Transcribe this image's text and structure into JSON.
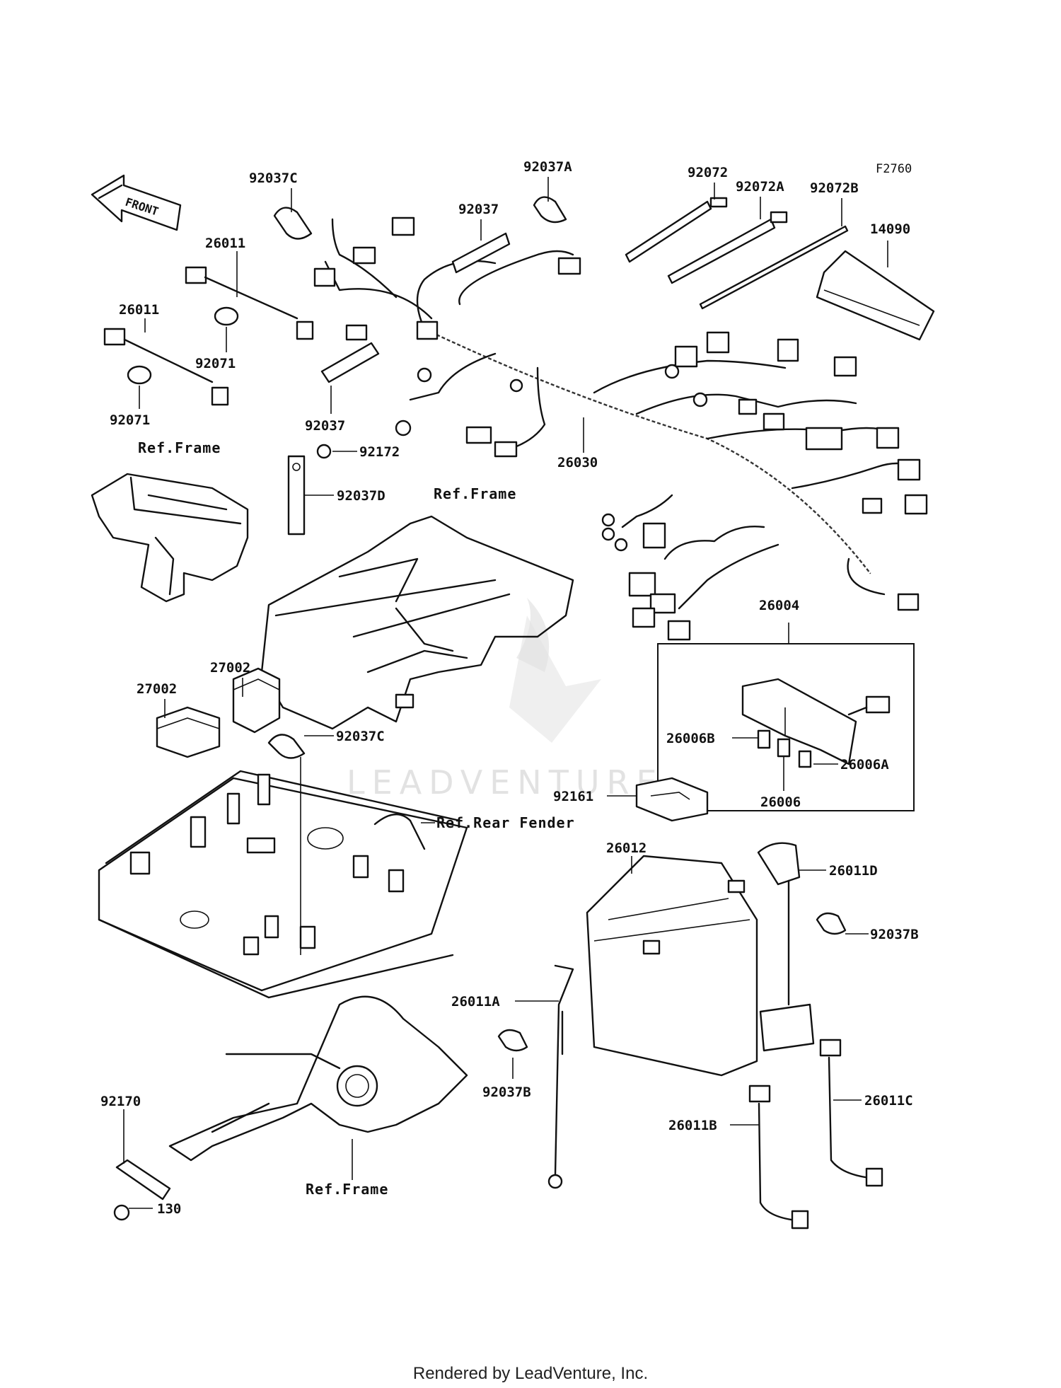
{
  "diagram_code": "F2760",
  "front_label": "FRONT",
  "watermark": "LEADVENTURE",
  "footer": "Rendered by LeadVenture, Inc.",
  "references": {
    "frame_1": "Ref.Frame",
    "frame_2": "Ref.Frame",
    "frame_3": "Ref.Frame",
    "rear_fender": "Ref.Rear Fender"
  },
  "parts": {
    "p92037C_top": "92037C",
    "p92037A": "92037A",
    "p92037": "92037",
    "p92072": "92072",
    "p92072A": "92072A",
    "p92072B": "92072B",
    "p14090": "14090",
    "p26011_a": "26011",
    "p26011_b": "26011",
    "p92071_a": "92071",
    "p92071_b": "92071",
    "p92037_b": "92037",
    "p92172": "92172",
    "p92037D": "92037D",
    "p26030": "26030",
    "p26004": "26004",
    "p27002_a": "27002",
    "p27002_b": "27002",
    "p92037C_mid": "92037C",
    "p26006B": "26006B",
    "p26006A": "26006A",
    "p26006": "26006",
    "p92161": "92161",
    "p26012": "26012",
    "p26011D": "26011D",
    "p92037B_r": "92037B",
    "p26011A": "26011A",
    "p92037B_l": "92037B",
    "p26011C": "26011C",
    "p26011B": "26011B",
    "p92170": "92170",
    "p130": "130"
  }
}
